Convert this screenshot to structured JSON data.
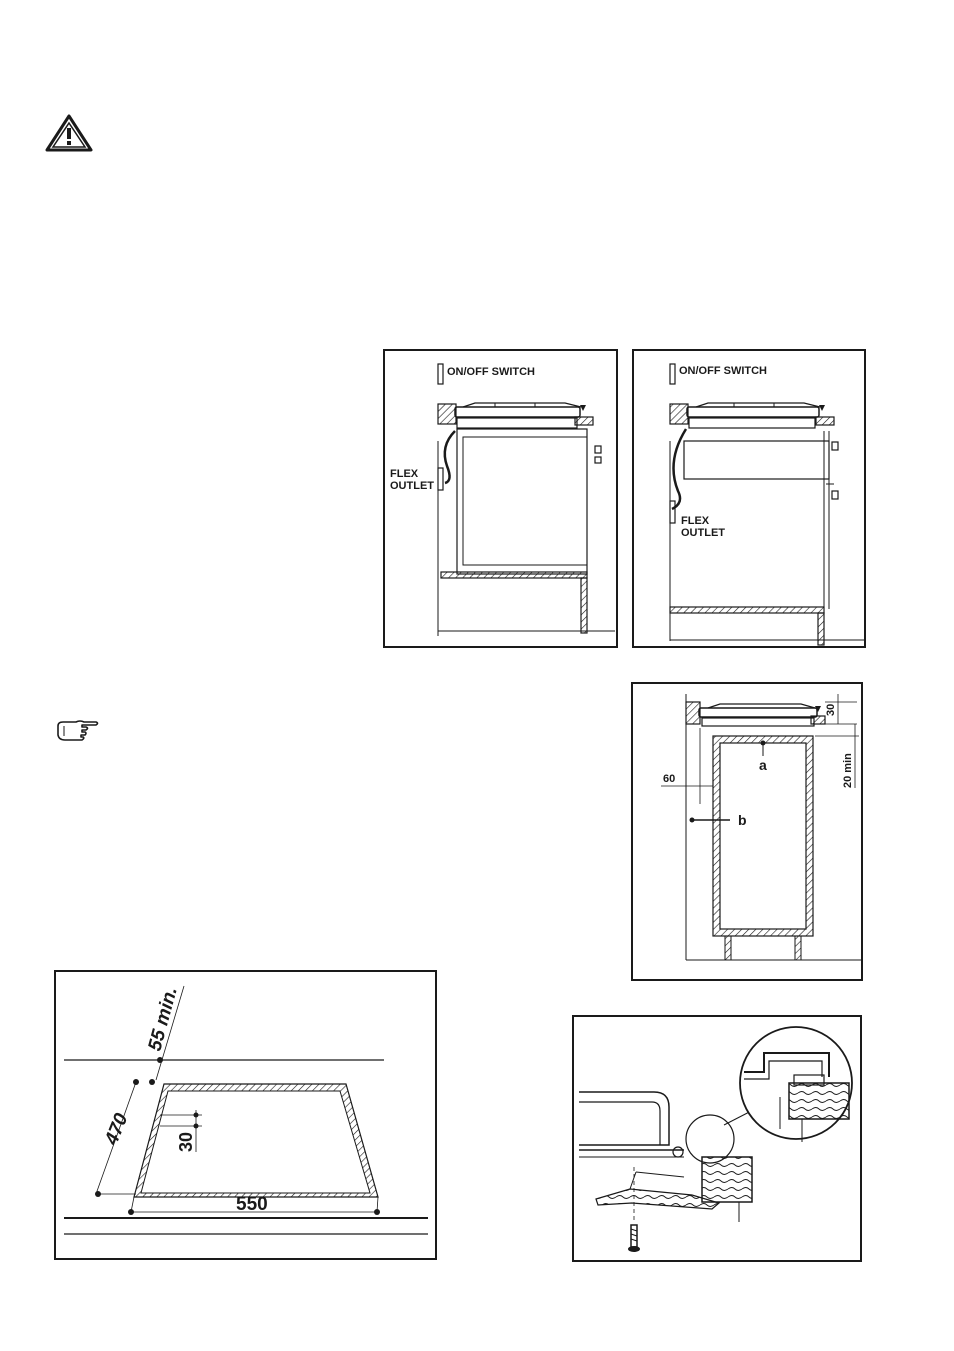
{
  "icons": {
    "warning": "warning-triangle-icon",
    "note": "pointing-hand-icon"
  },
  "figures": {
    "built_in_oven": {
      "switch_label": "ON/OFF SWITCH",
      "flex_line1": "FLEX",
      "flex_line2": "OUTLET"
    },
    "above_drawer": {
      "switch_label": "ON/OFF SWITCH",
      "flex_line1": "FLEX",
      "flex_line2": "OUTLET"
    },
    "clearances": {
      "dim_top": "30",
      "dim_side": "20 min",
      "dim_left": "60",
      "label_a": "a",
      "label_b": "b"
    },
    "cutout": {
      "dim_min": "55 min.",
      "dim_depth": "470",
      "dim_edge": "30",
      "dim_width": "550"
    },
    "clamp_detail": {}
  }
}
